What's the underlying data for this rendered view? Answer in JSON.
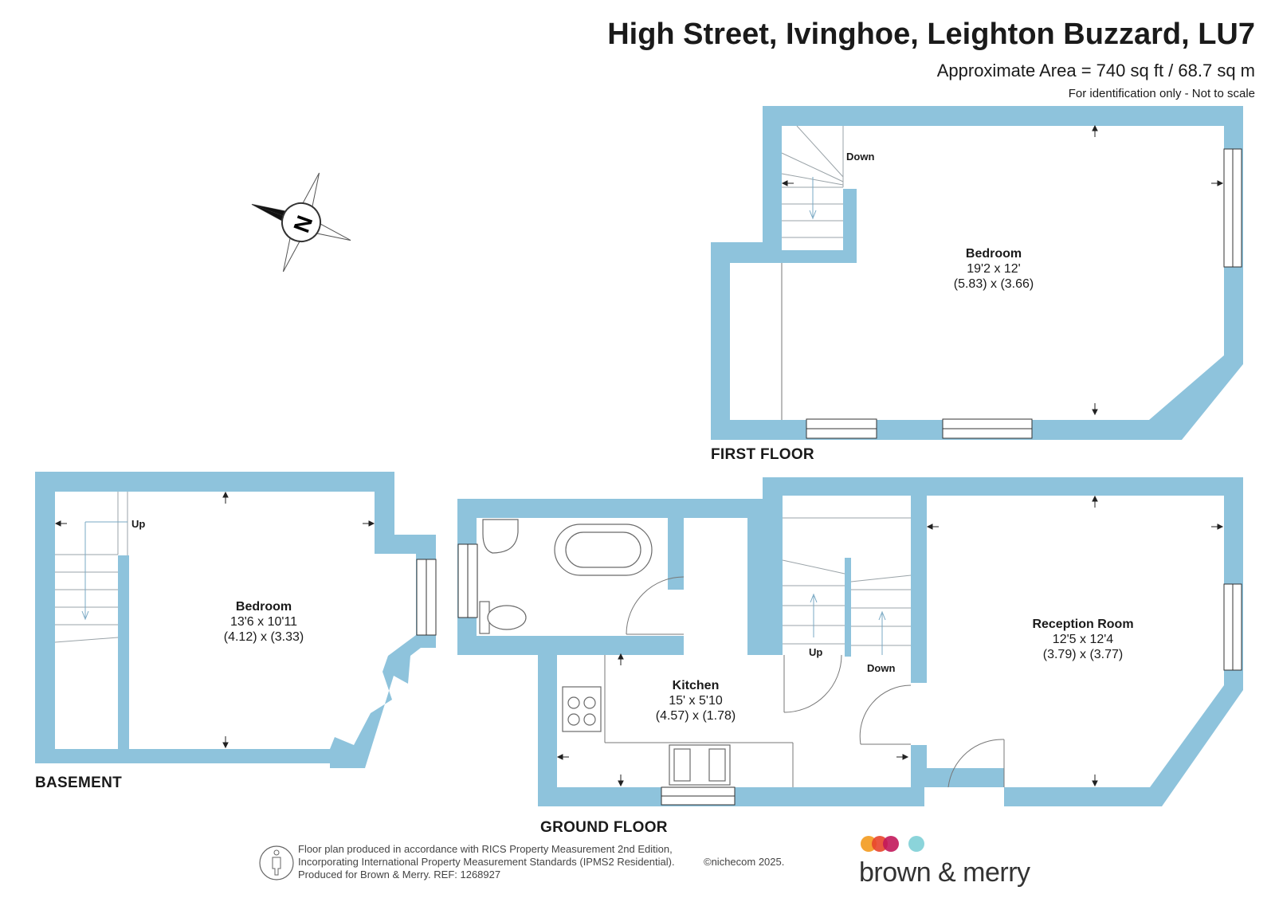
{
  "header": {
    "title": "High Street, Ivinghoe, Leighton Buzzard, LU7",
    "area": "Approximate Area = 740 sq ft / 68.7 sq m",
    "identification": "For identification only - Not to scale"
  },
  "floors": {
    "first_floor": "FIRST FLOOR",
    "ground_floor": "GROUND FLOOR",
    "basement": "BASEMENT"
  },
  "rooms": {
    "first_bedroom": {
      "name": "Bedroom",
      "imperial": "19'2 x 12'",
      "metric": "(5.83) x (3.66)"
    },
    "basement_bedroom": {
      "name": "Bedroom",
      "imperial": "13'6 x 10'11",
      "metric": "(4.12) x (3.33)"
    },
    "kitchen": {
      "name": "Kitchen",
      "imperial": "15' x 5'10",
      "metric": "(4.57) x (1.78)"
    },
    "reception": {
      "name": "Reception Room",
      "imperial": "12'5 x 12'4",
      "metric": "(3.79) x (3.77)"
    }
  },
  "stair_labels": {
    "first_down": "Down",
    "basement_up": "Up",
    "ground_up": "Up",
    "ground_down": "Down"
  },
  "compass": {
    "icon": "north-compass-icon",
    "letter": "N"
  },
  "footer": {
    "line1": "Floor plan produced in accordance with RICS Property Measurement 2nd Edition,",
    "line2": "Incorporating International Property Measurement Standards (IPMS2 Residential).",
    "line3": "Produced for Brown & Merry.   REF: 1268927",
    "copyright": "©nichecom 2025."
  },
  "brand": {
    "name": "brown & merry",
    "dot_colors": [
      "#f39a1e",
      "#e8452c",
      "#c2185b",
      "#7ecfd6"
    ]
  },
  "colors": {
    "wall": "#8ec3dc"
  }
}
